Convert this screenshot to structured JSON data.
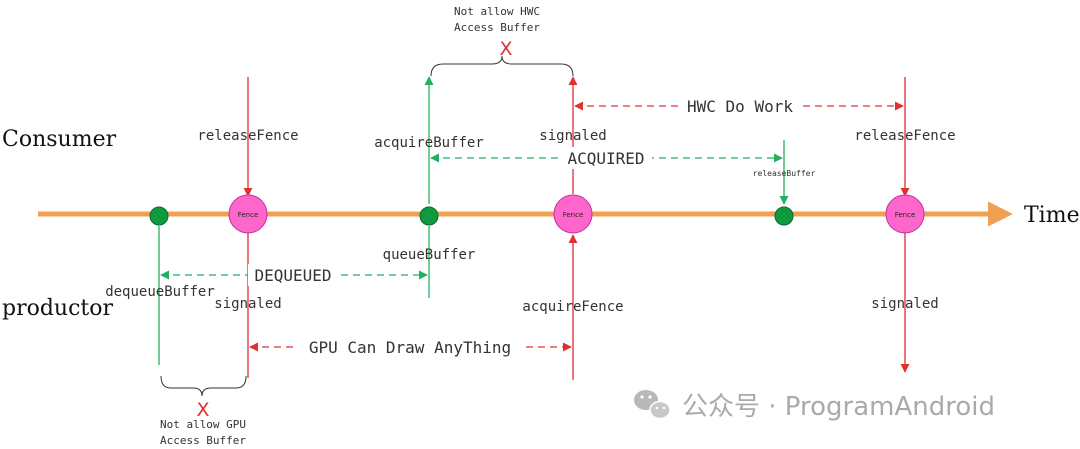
{
  "labels": {
    "consumer": "Consumer",
    "productor": "productor",
    "time": "Time",
    "release_fence_1": "releaseFence",
    "release_fence_2": "releaseFence",
    "acquire_buffer": "acquireBuffer",
    "signaled_top": "signaled",
    "acquired": "ACQUIRED",
    "release_buffer": "releaseBuffer",
    "hwc_do_work": "HWC Do Work",
    "queue_buffer": "queueBuffer",
    "dequeued": "DEQUEUED",
    "dequeue_buffer": "dequeueBuffer",
    "signaled_bottom_1": "signaled",
    "acquire_fence": "acquireFence",
    "signaled_bottom_2": "signaled",
    "gpu_can_draw": "GPU Can Draw AnyThing",
    "fence": "Fence",
    "not_allow_hwc_1": "Not allow HWC",
    "not_allow_hwc_2": "Access Buffer",
    "not_allow_gpu_1": "Not allow GPU",
    "not_allow_gpu_2": "Access Buffer",
    "cross": "X",
    "watermark": "公众号 · ProgramAndroid"
  },
  "colors": {
    "timeline": "#f0a050",
    "red": "#e03030",
    "green": "#22b060",
    "green_dot": "#109a40",
    "fence_fill": "#ff66cc",
    "fence_stroke": "#c030a0",
    "text": "#333333",
    "watermark": "#aaaaaa"
  }
}
